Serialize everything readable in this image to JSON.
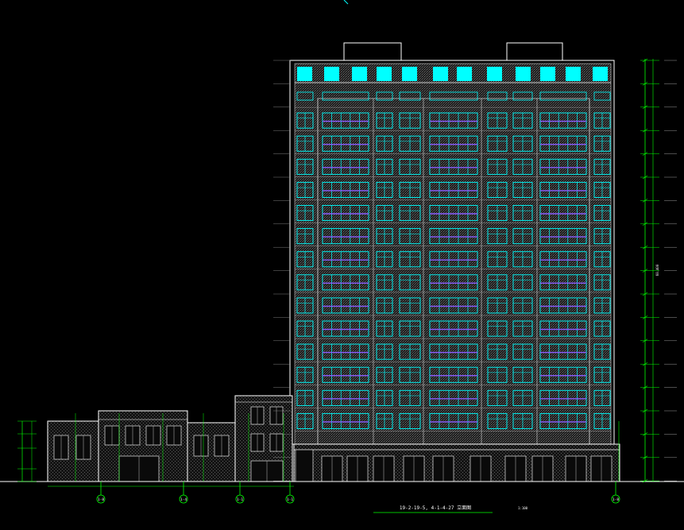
{
  "drawing": {
    "title": "19-2-19-5, 4-1-4-27 立面图",
    "scale": "1:100",
    "axis_labels": [
      "1-8",
      "1-4",
      "1-1",
      "1-1",
      "1-8"
    ],
    "right_dim_total": "60.400",
    "colors": {
      "background": "#000000",
      "outline": "#ffffff",
      "window": "#00ffff",
      "mullion": "#8a5cff",
      "dimension": "#00ff00",
      "hatch": "#7a7a7a"
    }
  }
}
